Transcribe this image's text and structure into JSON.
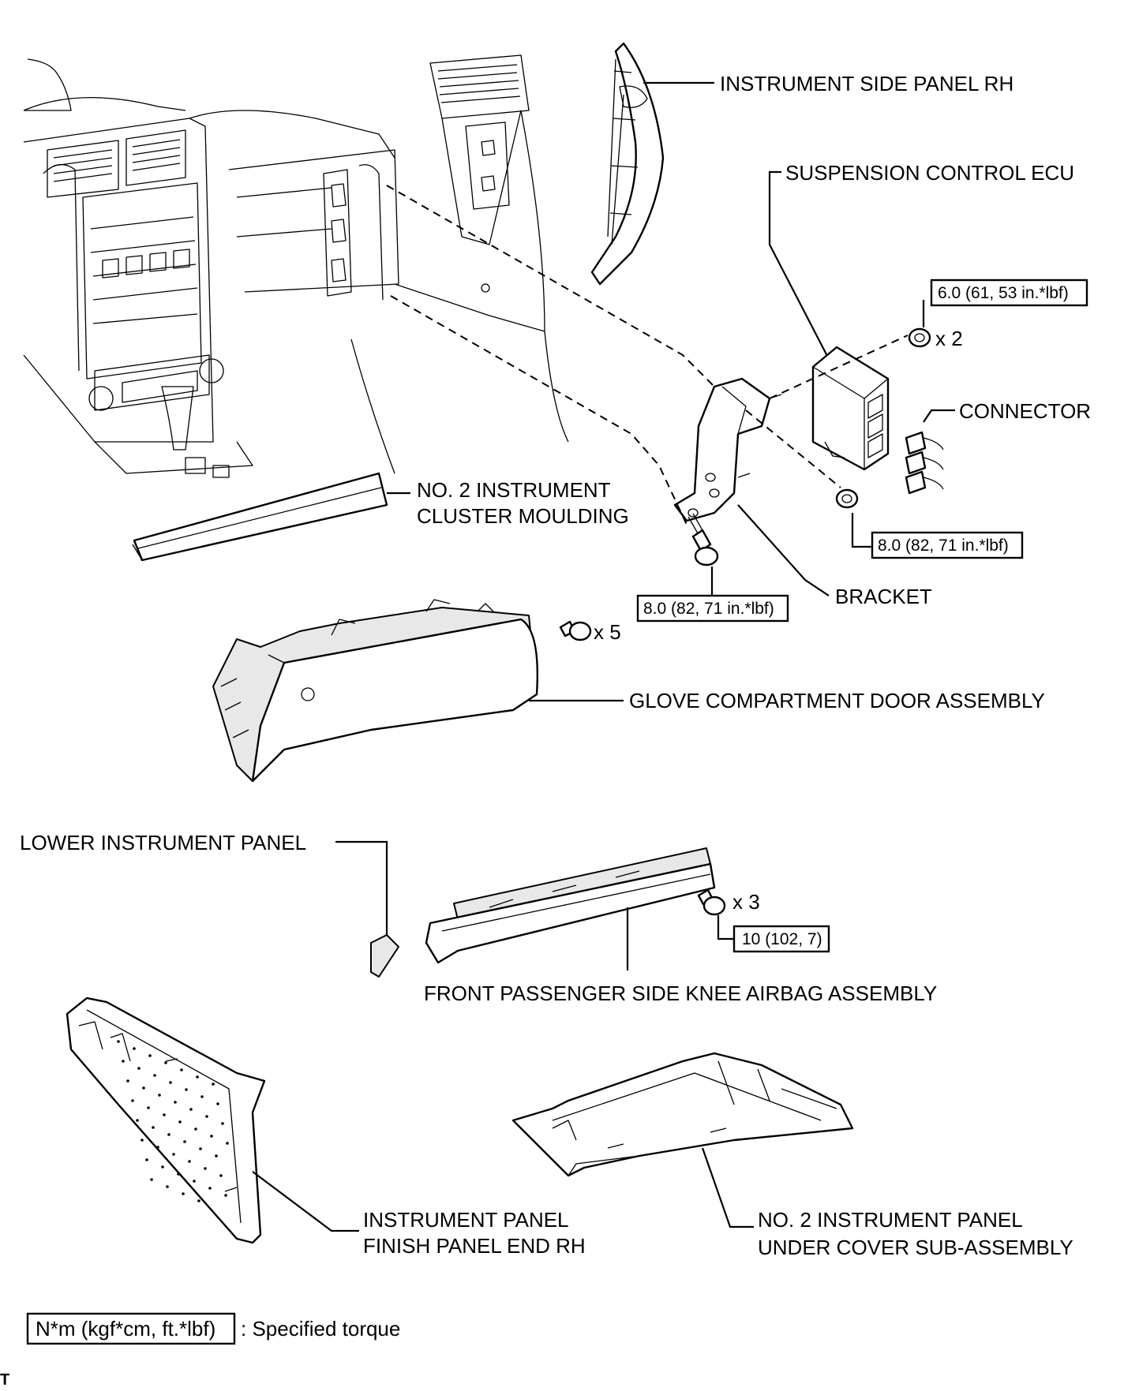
{
  "labels": {
    "instrument_side_panel_rh": "INSTRUMENT SIDE PANEL RH",
    "suspension_control_ecu": "SUSPENSION CONTROL ECU",
    "connector": "CONNECTOR",
    "no2_cluster_moulding_line1": "NO. 2 INSTRUMENT",
    "no2_cluster_moulding_line2": "CLUSTER MOULDING",
    "bracket": "BRACKET",
    "glove_compartment": "GLOVE COMPARTMENT DOOR ASSEMBLY",
    "lower_instrument_panel": "LOWER INSTRUMENT PANEL",
    "knee_airbag": "FRONT PASSENGER SIDE KNEE AIRBAG ASSEMBLY",
    "finish_panel_line1": "INSTRUMENT PANEL",
    "finish_panel_line2": "FINISH PANEL END RH",
    "under_cover_line1": "NO. 2 INSTRUMENT PANEL",
    "under_cover_line2": "UNDER COVER SUB-ASSEMBLY"
  },
  "torques": {
    "ecu_nut": "6.0 (61, 53 in.*lbf)",
    "bracket_nut": "8.0 (82, 71 in.*lbf)",
    "bracket_bolt": "8.0 (82, 71 in.*lbf)",
    "airbag_bolt": "10 (102, 7)"
  },
  "quantities": {
    "ecu_nut": "x 2",
    "glove_screw": "x 5",
    "airbag_bolt": "x 3"
  },
  "legend": {
    "unit": "N*m (kgf*cm, ft.*lbf)",
    "text": ": Specified torque"
  },
  "corner_mark": "T"
}
